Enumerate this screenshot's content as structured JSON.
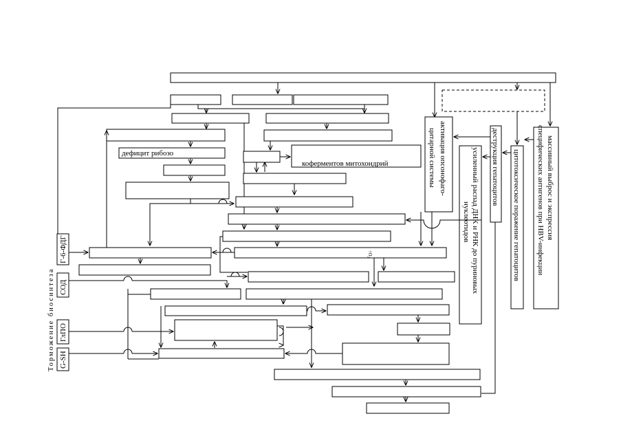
{
  "diagram": {
    "text_blocks": {
      "massive_release": [
        "массивный выброс и экспрессия",
        "специфических антигенов при HBV-инфекции"
      ],
      "cytotoxic_damage": "цитотоксическое поражение гепатоцитов",
      "destruction": "деструкция гепатоцитов",
      "dna_rna_breakdown": [
        "усиленный распад ДНК и РНК до пуриновых",
        "нуклеотидов"
      ],
      "opsonophago": [
        "активация опсонофаго-",
        "цитарной системы"
      ],
      "ribose_deficit": "дефицит рибозо",
      "mito_coenzymes": "коферментов митохондрий",
      "small_note": "↑O₂"
    },
    "left_panel": {
      "title": "Торможение биосинтеза",
      "enzymes": [
        "Г-6-ФДГ",
        "СОД",
        "ГлПО",
        "G-SH"
      ]
    }
  }
}
